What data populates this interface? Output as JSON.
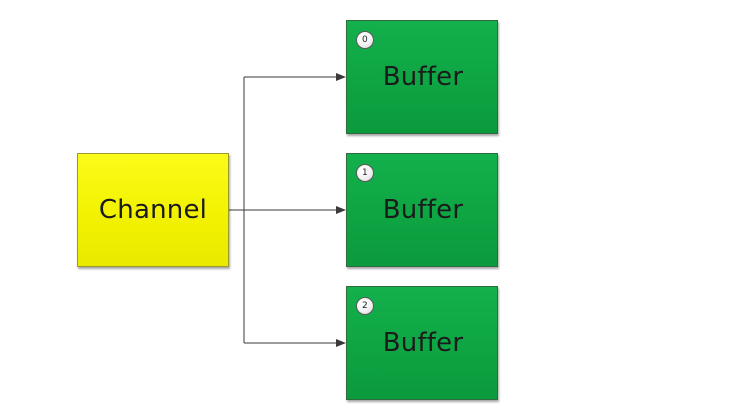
{
  "diagram": {
    "source": {
      "label": "Channel",
      "color": "#f2f200"
    },
    "targets": [
      {
        "index": "0",
        "label": "Buffer"
      },
      {
        "index": "1",
        "label": "Buffer"
      },
      {
        "index": "2",
        "label": "Buffer"
      }
    ],
    "target_color": "#0ea543",
    "connector_color": "#3a3a3a",
    "edges": [
      {
        "from": "Channel",
        "to": "Buffer 0"
      },
      {
        "from": "Channel",
        "to": "Buffer 1"
      },
      {
        "from": "Channel",
        "to": "Buffer 2"
      }
    ]
  }
}
